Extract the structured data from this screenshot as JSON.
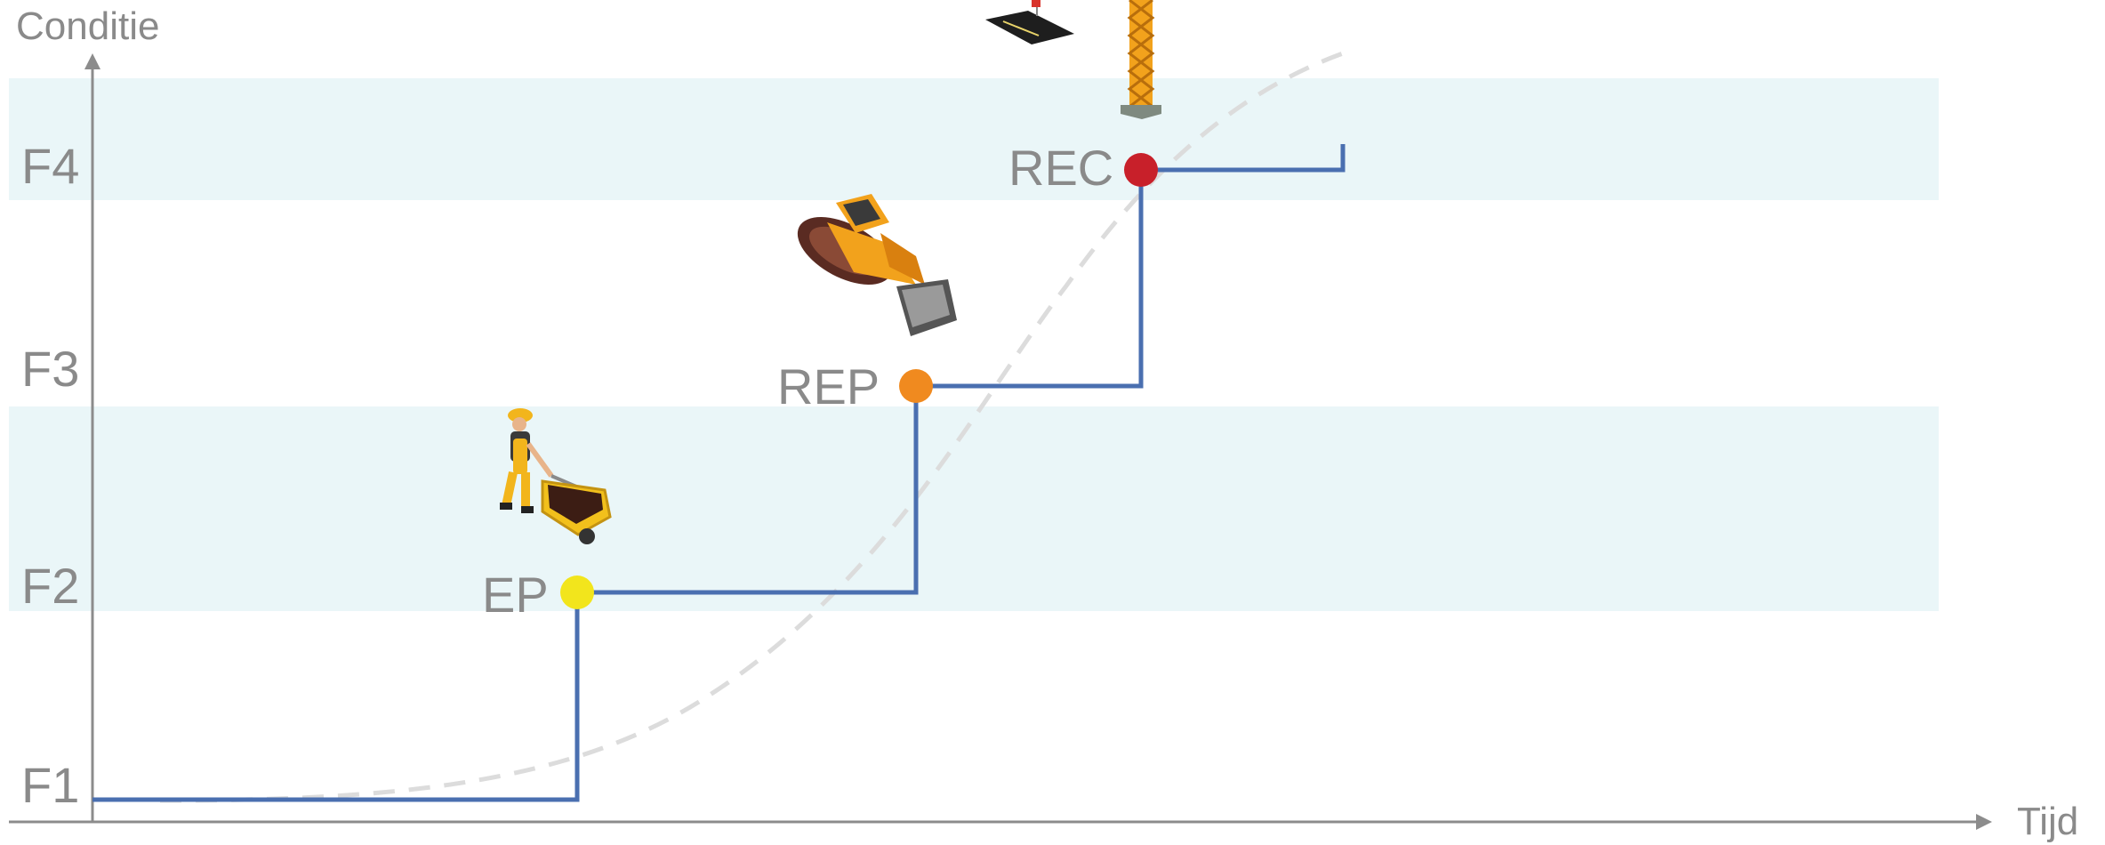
{
  "axes": {
    "y_label": "Conditie",
    "x_label": "Tijd"
  },
  "levels": [
    {
      "label": "F1"
    },
    {
      "label": "F2"
    },
    {
      "label": "F3"
    },
    {
      "label": "F4"
    }
  ],
  "markers": [
    {
      "label": "EP",
      "color": "#f2e51c"
    },
    {
      "label": "REP",
      "color": "#f08a1f"
    },
    {
      "label": "REC",
      "color": "#c8202a"
    }
  ],
  "colors": {
    "band": "#eaf6f8",
    "step_line": "#4a6fb0",
    "axis": "#8c8c8c",
    "curve": "#dcdcdc"
  },
  "illustrations": [
    {
      "icon": "worker-wheelbarrow-icon"
    },
    {
      "icon": "bulldozer-icon"
    },
    {
      "icon": "crane-lifting-slab-icon"
    }
  ]
}
